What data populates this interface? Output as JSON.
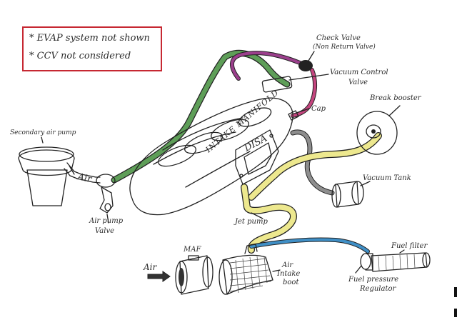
{
  "notes": [
    "EVAP system not shown",
    "CCV not considered"
  ],
  "note_bullet": "*",
  "labels": {
    "check_valve": "Check Valve",
    "check_valve_sub": "(Non Return Valve)",
    "vacuum_control_valve_1": "Vacuum Control",
    "vacuum_control_valve_2": "Valve",
    "break_booster": "Break booster",
    "cap": "Cap",
    "secondary_air_pump": "Secondary air pump",
    "intake_manifold": "INTAKE MANIFOLD",
    "disa": "DISA",
    "air_pipe": "Air",
    "air_pump_valve_1": "Air pump",
    "air_pump_valve_2": "Valve",
    "vacuum_tank": "Vacuum Tank",
    "jet_pump": "Jet pump",
    "maf": "MAF",
    "air_in": "Air",
    "air_intake_boot_1": "Air",
    "air_intake_boot_2": "Intake",
    "air_intake_boot_3": "boot",
    "fuel_filter": "Fuel filter",
    "fuel_pressure_regulator_1": "Fuel pressure",
    "fuel_pressure_regulator_2": "Regulator"
  },
  "colors": {
    "note_border": "#c62832",
    "green_hose": "#5e9e58",
    "purple_hose": "#9b3f8c",
    "pink_hose": "#c4457e",
    "yellow_hose": "#ede88e",
    "blue_hose": "#3f8fc6",
    "gray_hose": "#8e8e8e",
    "ink": "#222222"
  }
}
